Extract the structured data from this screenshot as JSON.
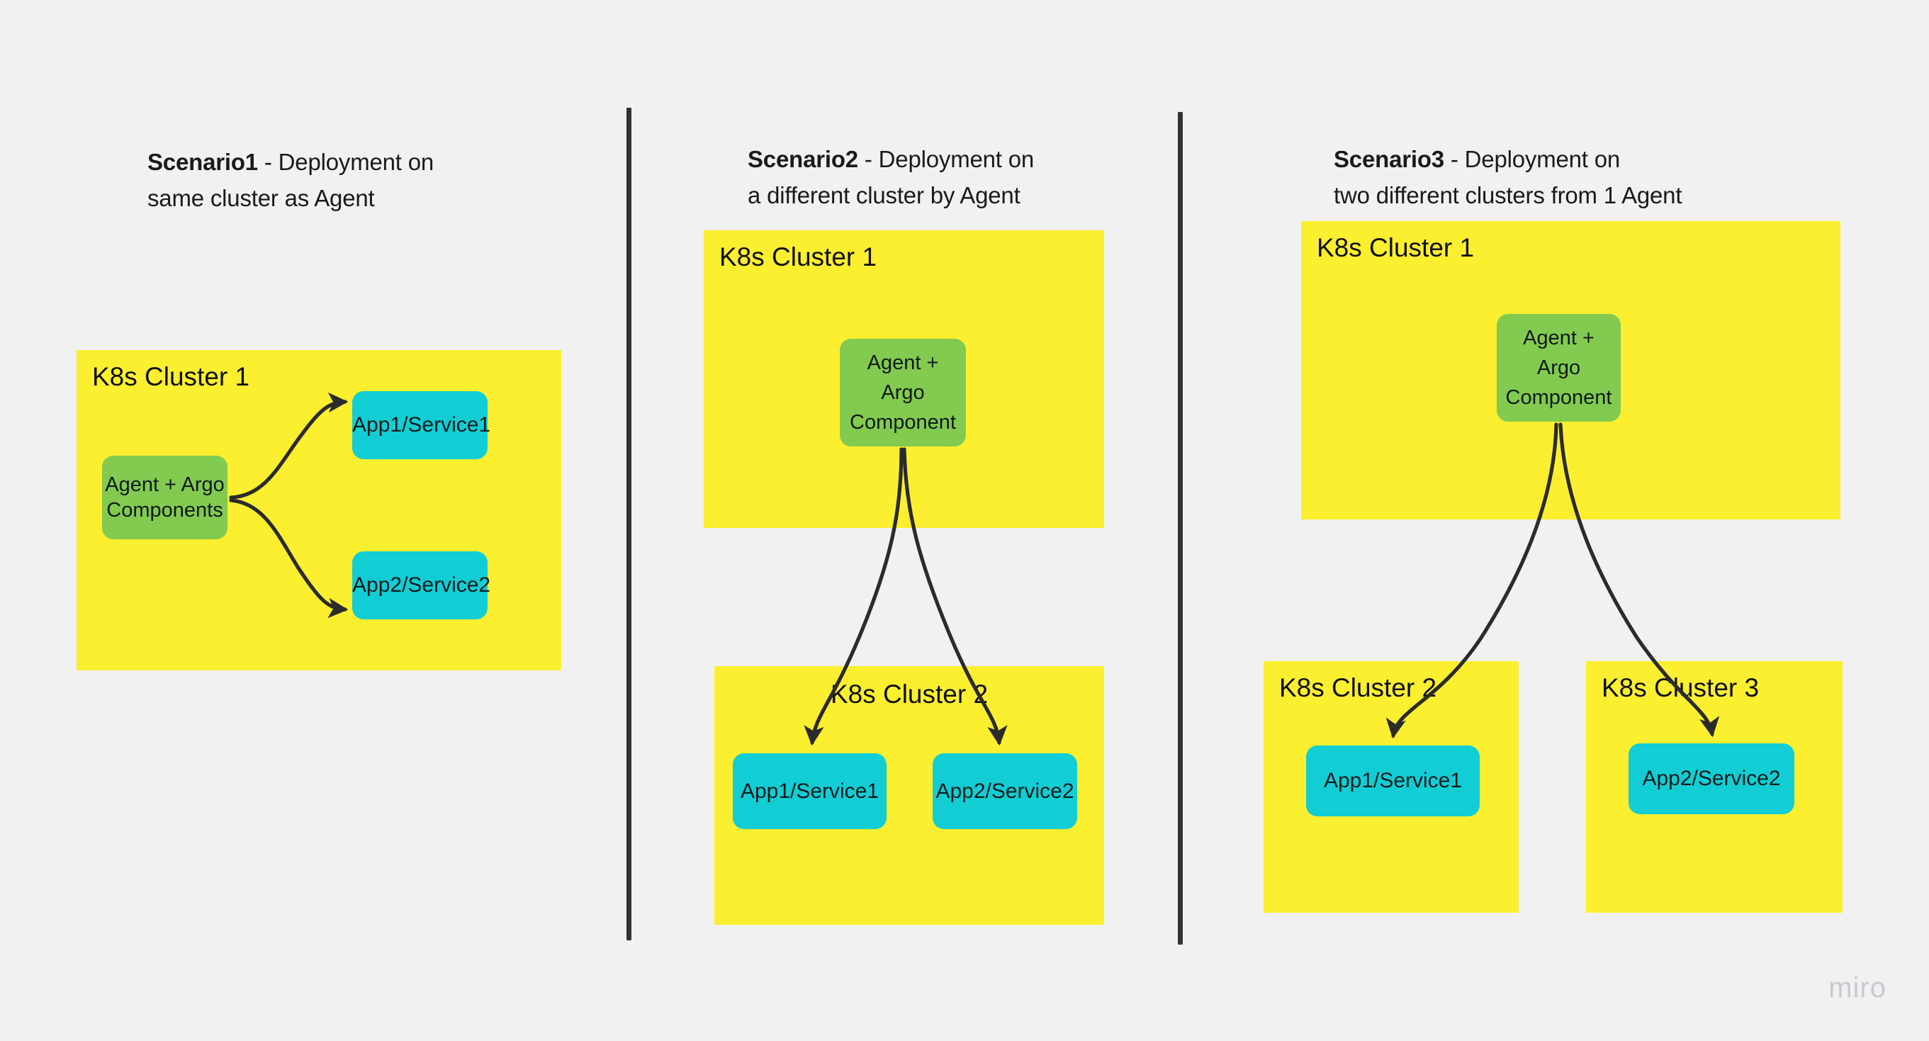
{
  "page": {
    "background_color": "#F1F1F1",
    "watermark": "miro"
  },
  "palette": {
    "cluster_yellow": "#FBEF30",
    "agent_green": "#82CA50",
    "app_teal": "#12CDD4",
    "arrow_dark": "#2B2B2B",
    "divider_dark": "#333333",
    "text_dark": "#1A1A1A",
    "watermark_gray": "#C9C9D2"
  },
  "scenarios": [
    {
      "id": "scenario1",
      "title_bold": "Scenario1",
      "title_rest": " - Deployment on\nsame cluster as Agent",
      "clusters": [
        {
          "id": "s1-cluster1",
          "label": "K8s Cluster 1",
          "label_align": "left",
          "nodes": [
            {
              "id": "s1-agent",
              "type": "green",
              "label": "Agent + Argo\nComponents"
            },
            {
              "id": "s1-app1",
              "type": "teal",
              "label": "App1/Service1"
            },
            {
              "id": "s1-app2",
              "type": "teal",
              "label": "App2/Service2"
            }
          ]
        }
      ],
      "edges": [
        {
          "from": "s1-agent",
          "to": "s1-app1"
        },
        {
          "from": "s1-agent",
          "to": "s1-app2"
        }
      ]
    },
    {
      "id": "scenario2",
      "title_bold": "Scenario2",
      "title_rest": " - Deployment on\na different cluster by Agent",
      "clusters": [
        {
          "id": "s2-cluster1",
          "label": "K8s Cluster 1",
          "label_align": "left",
          "nodes": [
            {
              "id": "s2-agent",
              "type": "green",
              "label": "Agent +\nArgo\nComponent"
            }
          ]
        },
        {
          "id": "s2-cluster2",
          "label": "K8s Cluster 2",
          "label_align": "center",
          "nodes": [
            {
              "id": "s2-app1",
              "type": "teal",
              "label": "App1/Service1"
            },
            {
              "id": "s2-app2",
              "type": "teal",
              "label": "App2/Service2"
            }
          ]
        }
      ],
      "edges": [
        {
          "from": "s2-agent",
          "to": "s2-app1"
        },
        {
          "from": "s2-agent",
          "to": "s2-app2"
        }
      ]
    },
    {
      "id": "scenario3",
      "title_bold": "Scenario3",
      "title_rest": " - Deployment on\ntwo different clusters from 1 Agent",
      "clusters": [
        {
          "id": "s3-cluster1",
          "label": "K8s Cluster 1",
          "label_align": "left",
          "nodes": [
            {
              "id": "s3-agent",
              "type": "green",
              "label": "Agent +\nArgo\nComponent"
            }
          ]
        },
        {
          "id": "s3-cluster2",
          "label": "K8s Cluster 2",
          "label_align": "left",
          "nodes": [
            {
              "id": "s3-app1",
              "type": "teal",
              "label": "App1/Service1"
            }
          ]
        },
        {
          "id": "s3-cluster3",
          "label": "K8s Cluster 3",
          "label_align": "left",
          "nodes": [
            {
              "id": "s3-app2",
              "type": "teal",
              "label": "App2/Service2"
            }
          ]
        }
      ],
      "edges": [
        {
          "from": "s3-agent",
          "to": "s3-app1"
        },
        {
          "from": "s3-agent",
          "to": "s3-app2"
        }
      ]
    }
  ]
}
